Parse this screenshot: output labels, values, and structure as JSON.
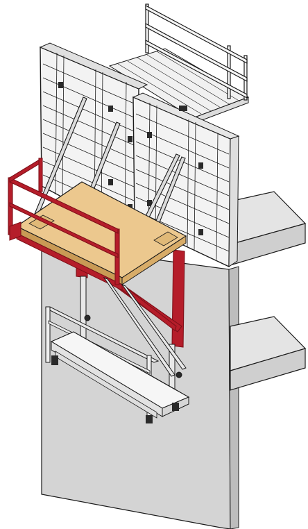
{
  "colors": {
    "background": "#ffffff",
    "concrete": "#d4d4d4",
    "concrete_shade": "#bdbdbd",
    "slab_top": "#e4e4e4",
    "outline": "#1a1a1a",
    "formwork": "#f3f3f3",
    "formwork_rib": "#e0e0e0",
    "steel_red": "#b51d2a",
    "steel_red_dark": "#7e1019",
    "deck_wood": "#ecc88e",
    "deck_wood_edge": "#c99a55",
    "brace": "#dcdcdc",
    "lower_platform": "#f6f6f6",
    "upper_deck": "#f1f1f1"
  },
  "components": [
    {
      "name": "concrete-wall",
      "interactable": false
    },
    {
      "name": "floor-slab-upper",
      "interactable": false
    },
    {
      "name": "floor-slab-lower",
      "interactable": false
    },
    {
      "name": "formwork-panel-left",
      "interactable": false
    },
    {
      "name": "formwork-panel-right",
      "interactable": false
    },
    {
      "name": "top-working-deck",
      "interactable": false
    },
    {
      "name": "top-guardrail",
      "interactable": false
    },
    {
      "name": "push-pull-props",
      "interactable": false
    },
    {
      "name": "climbing-bracket-red",
      "interactable": false
    },
    {
      "name": "main-platform-deck",
      "interactable": false
    },
    {
      "name": "red-guardrail",
      "interactable": false
    },
    {
      "name": "suspended-platform",
      "interactable": false
    },
    {
      "name": "suspension-hangers",
      "interactable": false
    }
  ]
}
